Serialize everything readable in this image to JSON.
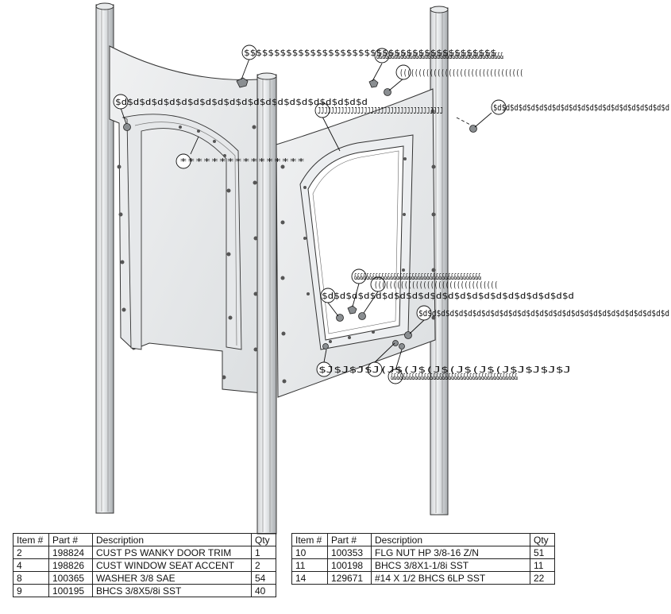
{
  "callouts": [
    {
      "id": "c1",
      "text": "$$$$$$$$$$$$$$$$$$$$$$$$$$$$$$$$$$$$$$$$$$"
    },
    {
      "id": "c2",
      "text": "&&&&&&&&&&&&&&&&&&&&&&&&&&&&&&&&&&&&&&&&&&"
    },
    {
      "id": "c3",
      "text": "((((((((((((((((((((((((((((((((("
    },
    {
      "id": "c4",
      "text": "$d$d$d$d$d$d$d$d$d$d$d$d$d$d$d$d$d$d$d$d$d"
    },
    {
      "id": "c5",
      "text": "JJJJJJJJJJJJJJJJJJJJJJJJJJJJJJJJJJJJJJ"
    },
    {
      "id": "c6",
      "text": "$d$d$d$d$d$d$d$d$d$d$d$d$d$d$d$d$d$d$d$d$d"
    },
    {
      "id": "c7",
      "text": "****************"
    },
    {
      "id": "c8",
      "text": "&&&&&&&&&&&&&&&&&&&&&&&&&&&&&&&&&&&&&&&&&&"
    },
    {
      "id": "c9",
      "text": "((((((((((((((((((((((((((((((((("
    },
    {
      "id": "c10",
      "text": "$d$d$d$d$d$d$d$d$d$d$d$d$d$d$d$d$d$d$d$d$d"
    },
    {
      "id": "c11",
      "text": "$d$d$d$d$d$d$d$d$d$d$d$d$d$d$d$d$d$d$d$d$d$d$d$d$d$d$d$d"
    },
    {
      "id": "c12",
      "text": "$J$J$J$J(J$(J$(J$(J$(J$(J$J$J$J$J"
    },
    {
      "id": "c13",
      "text": "&&&&&&&&&&&&&&&&&&&&&&&&&&&&&&&&&&&&&&&&&&"
    }
  ],
  "bom_left": {
    "headers": [
      "Item #",
      "Part #",
      "Description",
      "Qty"
    ],
    "rows": [
      [
        "2",
        "198824",
        "CUST PS WANKY DOOR TRIM",
        "1"
      ],
      [
        "4",
        "198826",
        "CUST WINDOW SEAT ACCENT",
        "2"
      ],
      [
        "8",
        "100365",
        "WASHER 3/8 SAE",
        "54"
      ],
      [
        "9",
        "100195",
        "BHCS 3/8X5/8i SST",
        "40"
      ]
    ]
  },
  "bom_right": {
    "headers": [
      "Item #",
      "Part #",
      "Description",
      "Qty"
    ],
    "rows": [
      [
        "10",
        "100353",
        "FLG NUT HP 3/8-16 Z/N",
        "51"
      ],
      [
        "11",
        "100198",
        "BHCS 3/8X1-1/8i SST",
        "11"
      ],
      [
        "14",
        "129671",
        "#14 X 1/2 BHCS 6LP SST",
        "22"
      ]
    ]
  }
}
